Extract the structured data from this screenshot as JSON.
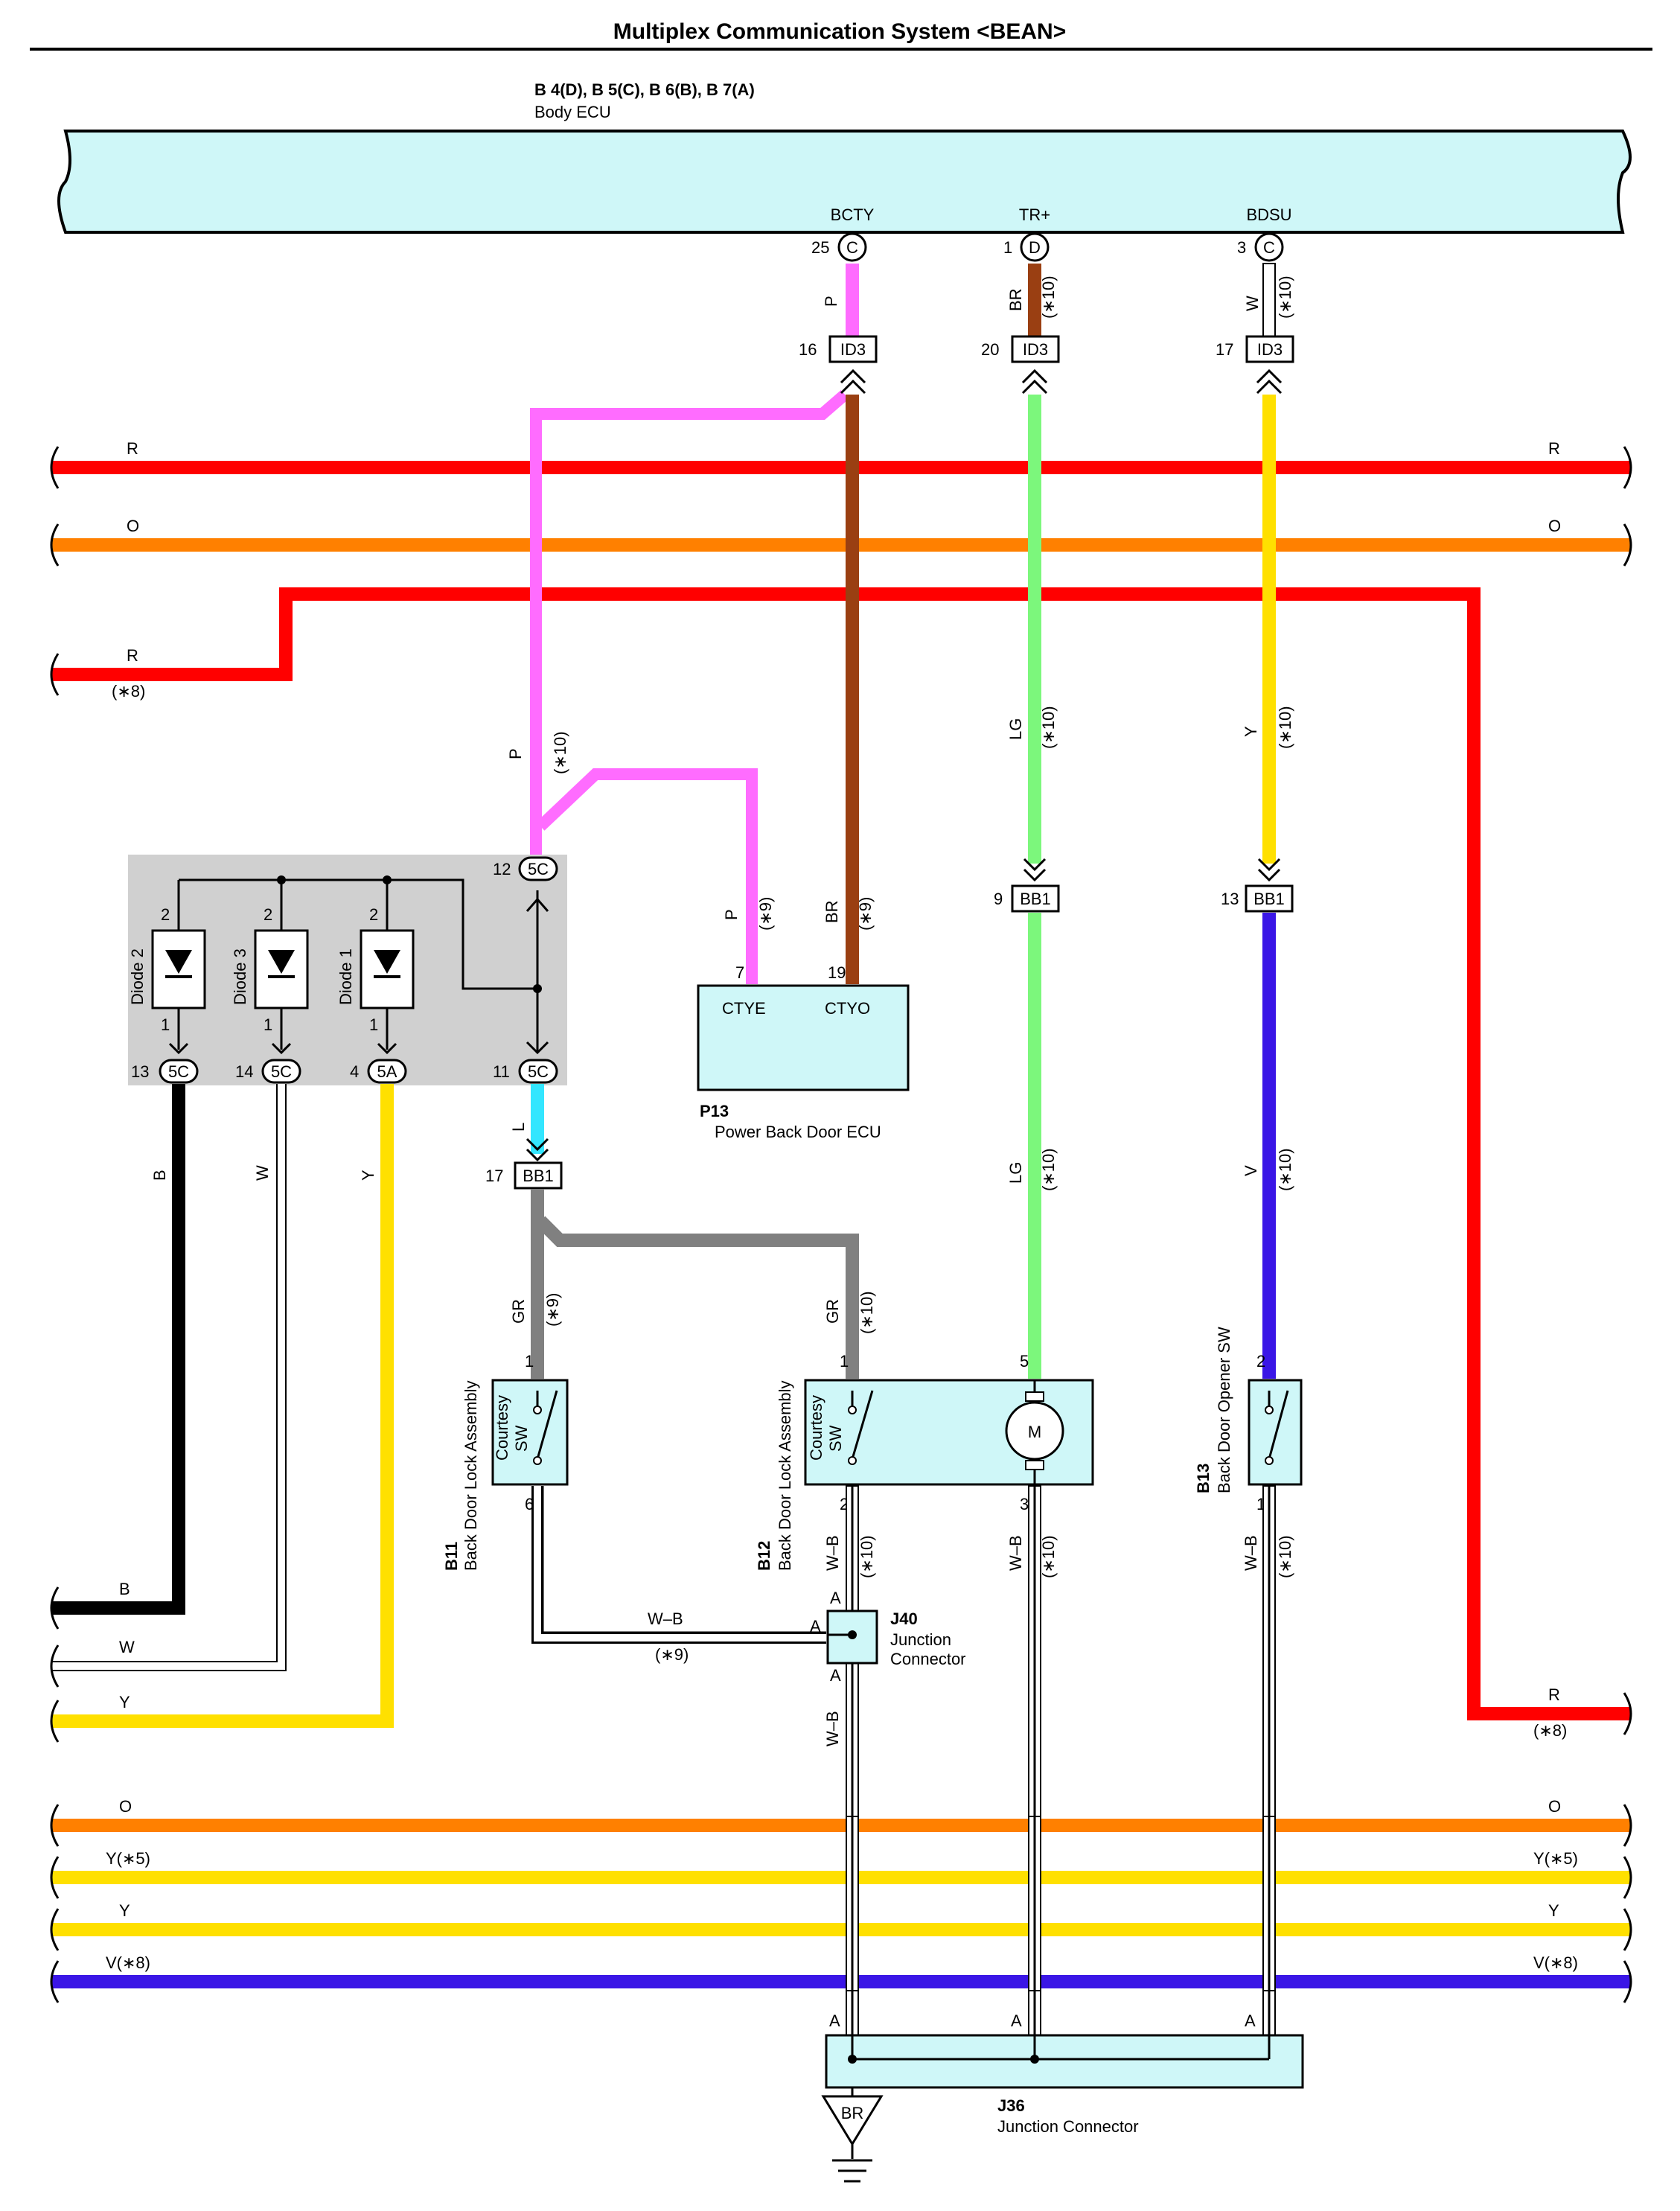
{
  "title": "Multiplex Communication System <BEAN>",
  "body_ecu": {
    "id": "B 4(D), B 5(C), B 6(B), B 7(A)",
    "name": "Body ECU",
    "pins": [
      {
        "signal": "BCTY",
        "num": "25",
        "conn": "C"
      },
      {
        "signal": "TR+",
        "num": "1",
        "conn": "D"
      },
      {
        "signal": "BDSU",
        "num": "3",
        "conn": "C"
      }
    ]
  },
  "connectors": {
    "id3": "ID3",
    "bb1": "BB1",
    "c5c": "5C",
    "c5a": "5A",
    "id3_pins": [
      "16",
      "20",
      "17"
    ],
    "bb1_pins": [
      "9",
      "13",
      "17"
    ],
    "jb_pins": [
      "12",
      "11",
      "13",
      "14",
      "4"
    ],
    "j40_pin": "A",
    "j36_pin": "A"
  },
  "wire_labels": {
    "p": "P",
    "br": "BR",
    "w": "W",
    "lg": "LG",
    "y": "Y",
    "b": "B",
    "l": "L",
    "gr": "GR",
    "v": "V",
    "wb": "W–B",
    "r": "R",
    "o": "O",
    "y5": "Y(∗5)",
    "v8": "V(∗8)",
    "n10": "(∗10)",
    "n9": "(∗9)",
    "n8": "(∗8)"
  },
  "diodes": [
    {
      "name": "Diode 2",
      "a": "2",
      "k": "1"
    },
    {
      "name": "Diode 3",
      "a": "2",
      "k": "1"
    },
    {
      "name": "Diode 1",
      "a": "2",
      "k": "1"
    }
  ],
  "p13": {
    "id": "P13",
    "name": "Power Back Door ECU",
    "pin_ctye": "CTYE",
    "pin_ctyo": "CTYO",
    "num_ctye": "7",
    "num_ctyo": "19"
  },
  "b11": {
    "id": "B11",
    "name": "Back Door Lock Assembly",
    "sw1": "Courtesy",
    "sw2": "SW",
    "pin_top": "1",
    "pin_bot": "6"
  },
  "b12": {
    "id": "B12",
    "name": "Back Door Lock Assembly",
    "sw1": "Courtesy",
    "sw2": "SW",
    "pin_top": "1",
    "pin_bot": "2",
    "pin_m_top": "5",
    "pin_m_bot": "3",
    "motor": "M"
  },
  "b13": {
    "id": "B13",
    "name": "Back Door Opener SW",
    "pin_top": "2",
    "pin_bot": "1"
  },
  "j40": {
    "id": "J40",
    "name1": "Junction",
    "name2": "Connector"
  },
  "j36": {
    "id": "J36",
    "name": "Junction Connector"
  },
  "ground": "BR",
  "colors": {
    "pink": "#ff6cff",
    "brown": "#9a3f12",
    "lightgreen": "#7cf77c",
    "yellow": "#ffe000",
    "red": "#ff0000",
    "orange": "#ff8000",
    "black": "#000000",
    "white": "#ffffff",
    "cyan": "#33e6ff",
    "gray": "#808080",
    "violet": "#3a16e6",
    "component": "#cff7f8",
    "junction_block": "#d0d0d0"
  }
}
